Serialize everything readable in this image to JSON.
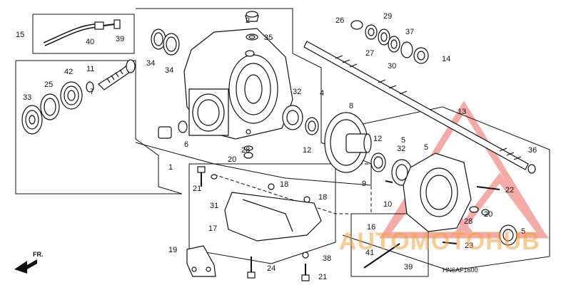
{
  "diagram": {
    "code": "HN6AF1600",
    "front_label": "FR.",
    "watermark": "AUTOMOTOHUB",
    "callouts": [
      "1",
      "2",
      "4",
      "5",
      "5",
      "5",
      "6",
      "7",
      "8",
      "9",
      "10",
      "11",
      "12",
      "12",
      "13",
      "14",
      "15",
      "16",
      "17",
      "18",
      "18",
      "19",
      "20",
      "20",
      "21",
      "21",
      "22",
      "23",
      "24",
      "25",
      "26",
      "27",
      "28",
      "28",
      "29",
      "30",
      "31",
      "32",
      "32",
      "33",
      "34",
      "34",
      "35",
      "36",
      "37",
      "38",
      "39",
      "39",
      "40",
      "41",
      "42"
    ]
  },
  "colors": {
    "ink": "#111111",
    "watermark_red": "#e8463a",
    "watermark_orange": "#f2a23c"
  }
}
